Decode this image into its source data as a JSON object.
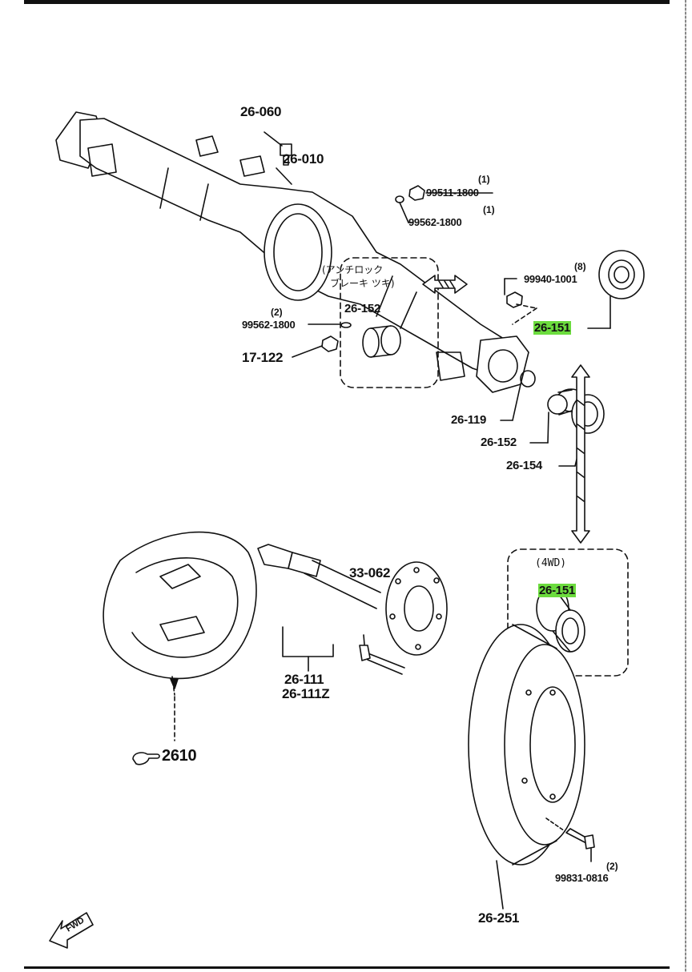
{
  "labels": {
    "p26_060": "26-060",
    "p26_010": "26-010",
    "p99511": "99511-1800",
    "p99511_qty": "(1)",
    "p99562a": "99562-1800",
    "p99562a_qty": "(1)",
    "p99940": "99940-1001",
    "p99940_qty": "(8)",
    "p99562b": "99562-1800",
    "p99562b_qty": "(2)",
    "p17_122": "17-122",
    "p26_119": "26-119",
    "p26_152_main": "26-152",
    "p26_154": "26-154",
    "p26_151_main": "26-151",
    "p26_152_box": "26-152",
    "p26_151_box": "26-151",
    "p33_062": "33-062",
    "p26_111": "26-111",
    "p26_111z": "26-111Z",
    "ref_2610": "2610",
    "p99831": "99831-0816",
    "p99831_qty": "(2)",
    "p26_251": "26-251"
  },
  "notes": {
    "abs_line1": "(アンチロック",
    "abs_line2": "ブレーキ  ツキ)",
    "fwd4": "(4WD)",
    "fwd_arrow": "FWD"
  },
  "highlight_color": "#6cdc3e"
}
